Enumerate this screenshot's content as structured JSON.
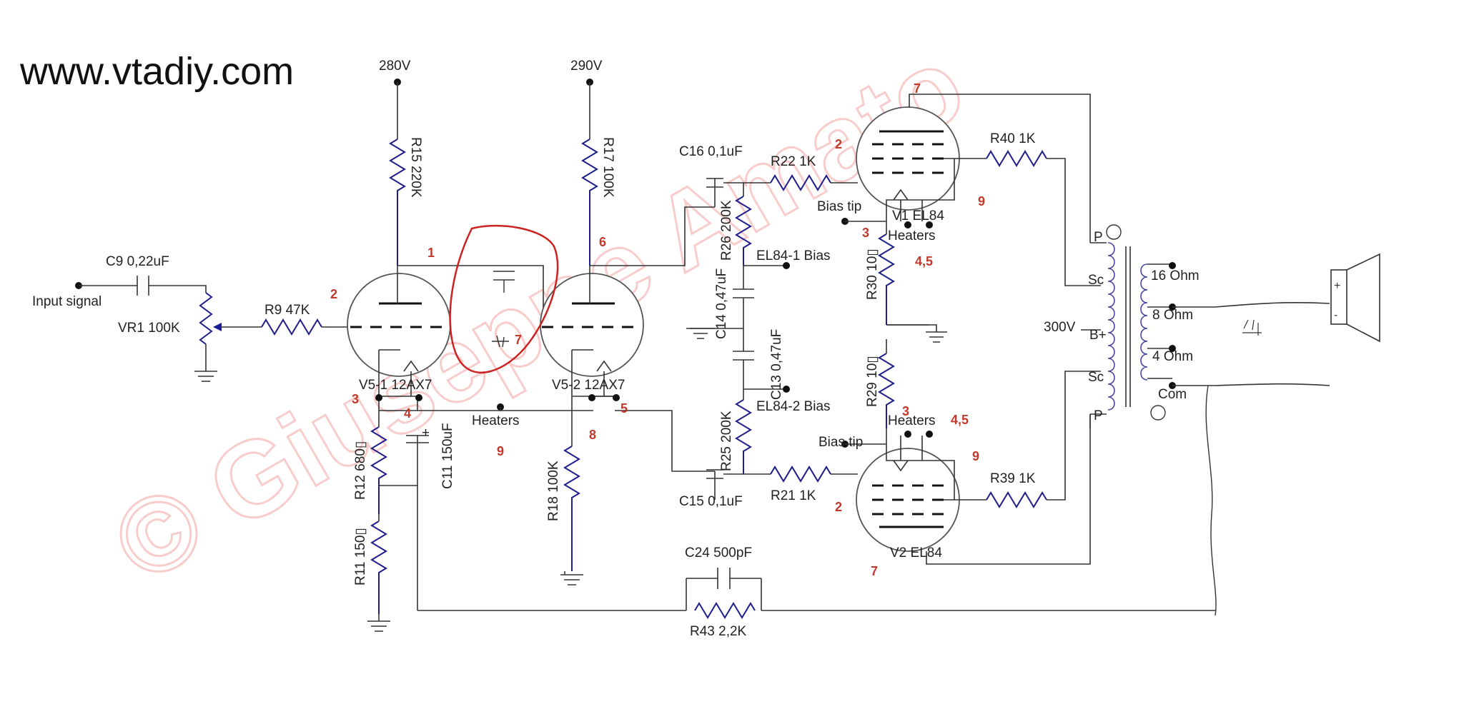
{
  "watermark": "© Giuseppe Amato",
  "website": "www.vtadiy.com",
  "supplies": {
    "v280": "280V",
    "v290": "290V",
    "v300": "300V",
    "bplus": "B+"
  },
  "input": {
    "label": "Input signal",
    "c9": "C9 0,22uF",
    "vr1": "VR1  100K",
    "r9": "R9 47K"
  },
  "preamp": {
    "r15": "R15 220K",
    "r17": "R17 100K",
    "r12": "R12 680▯",
    "r11": "R11 150▯",
    "c11": "C11 150uF",
    "r18": "R18 100K",
    "v51": "V5-1  12AX7",
    "v52": "V5-2  12AX7",
    "heaters": "Heaters"
  },
  "coupling": {
    "c16": "C16 0,1uF",
    "c15": "C15 0,1uF",
    "r22": "R22 1K",
    "r21": "R21 1K",
    "r26": "R26 200K",
    "r25": "R25 200K",
    "c14": "C14 0,47uF",
    "c13": "C13 0,47uF",
    "bias1": "EL84-1 Bias",
    "bias2": "EL84-2 Bias"
  },
  "power": {
    "r40": "R40 1K",
    "r39": "R39 1K",
    "r30": "R30 10▯",
    "r29": "R29 10▯",
    "v1": "V1  EL84",
    "v2": "V2   EL84",
    "heaters": "Heaters",
    "bias_tip": "Bias tip"
  },
  "transformer": {
    "p": "P",
    "sc": "Sc",
    "o16": "16 Ohm",
    "o8": "8 Ohm",
    "o4": "4 Ohm",
    "com": "Com"
  },
  "feedback": {
    "c24": "C24 500pF",
    "r43": "R43 2,2K"
  },
  "pins": {
    "a1": "1",
    "a2": "2",
    "a3": "3",
    "a4": "4",
    "a5": "5",
    "a6": "6",
    "a7": "7",
    "a8": "8",
    "a9": "9",
    "b2": "2",
    "b3": "3",
    "b45": "4,5",
    "b7": "7",
    "b9": "9",
    "c2": "2",
    "c3": "3",
    "c45": "4,5",
    "c7": "7",
    "c9": "9"
  },
  "colors": {
    "wire": "#333333",
    "resistor": "#1f1f8a",
    "pin": "#c0392b",
    "annotation": "#cc2222",
    "watermark": "#f5a3a3"
  }
}
